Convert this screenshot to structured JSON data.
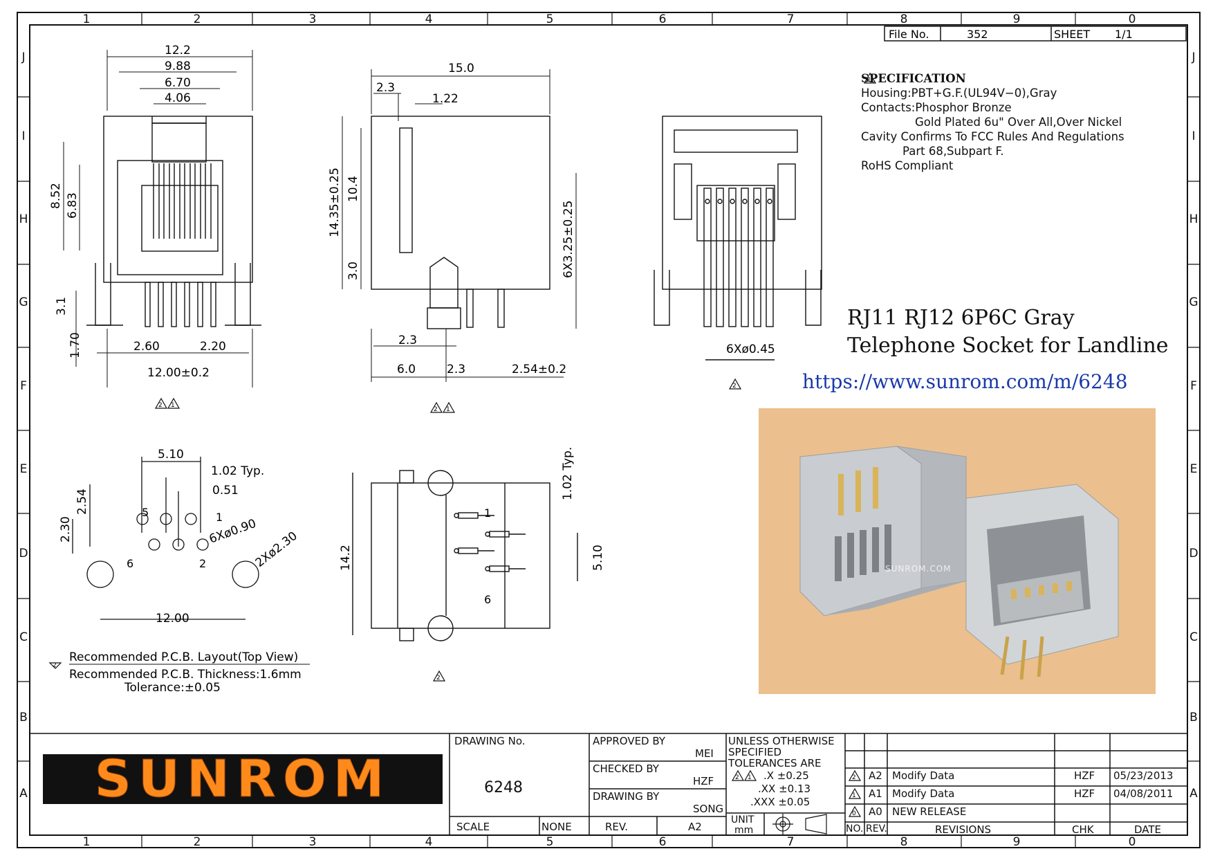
{
  "frame": {
    "columns": [
      "1",
      "2",
      "3",
      "4",
      "5",
      "6",
      "7",
      "8",
      "9",
      "0"
    ],
    "rows": [
      "J",
      "I",
      "H",
      "G",
      "F",
      "E",
      "D",
      "C",
      "B",
      "A"
    ]
  },
  "file_box": {
    "file_label": "File No.",
    "file_no": "352",
    "sheet_label": "SHEET",
    "sheet_value": "1/1"
  },
  "spec": {
    "heading": "SPECIFICATION",
    "housing": "Housing:PBT+G.F.(UL94V−0),Gray",
    "contacts": "Contacts:Phosphor  Bronze",
    "plating": "Gold  Plated  6u\"  Over  All,Over  Nickel",
    "cavity": "Cavity  Confirms  To  FCC  Rules  And  Regulations",
    "part": "Part  68,Subpart  F.",
    "rohs": "RoHS  Compliant"
  },
  "product_title_line1": "RJ11 RJ12 6P6C Gray",
  "product_title_line2": "Telephone Socket for Landline",
  "product_url": "https://www.sunrom.com/m/6248",
  "photo_watermark": "SUNROM.COM",
  "front_view": {
    "d_12_2": "12.2",
    "d_9_88": "9.88",
    "d_6_70": "6.70",
    "d_4_06": "4.06",
    "d_8_52": "8.52",
    "d_6_83": "6.83",
    "d_3_1": "3.1",
    "d_1_70": "1.70",
    "d_2_60": "2.60",
    "d_2_20": "2.20",
    "d_12_00": "12.00±0.2"
  },
  "side_view": {
    "d_15_0": "15.0",
    "d_2_3_top": "2.3",
    "d_1_22": "1.22",
    "d_14_35": "14.35±0.25",
    "d_10_4": "10.4",
    "d_3_0": "3.0",
    "d_6x3_25": "6X3.25±0.25",
    "d_2_3_a": "2.3",
    "d_6_0": "6.0",
    "d_2_3_b": "2.3",
    "d_2_54": "2.54±0.2"
  },
  "rear_view": {
    "d_6x0_45": "6Xø0.45"
  },
  "pcb": {
    "d_5_10": "5.10",
    "d_1_02": "1.02  Typ.",
    "d_0_51": "0.51",
    "d_2_54": "2.54",
    "d_2_30": "2.30",
    "d_6x0_90": "6Xø0.90",
    "d_2x2_30": "2Xø2.30",
    "d_12_00": "12.00",
    "pin1": "1",
    "pin2": "2",
    "pin5": "5",
    "pin6": "6",
    "note1": "Recommended  P.C.B.  Layout(Top  View)",
    "note2": "Recommended  P.C.B.  Thickness:1.6mm",
    "note3": "Tolerance:±0.05"
  },
  "bottom_view": {
    "d_1_02": "1.02  Typ.",
    "d_14_2": "14.2",
    "d_5_10": "5.10",
    "pin1": "1",
    "pin6": "6"
  },
  "revision_marks": {
    "rev1": "1",
    "rev2": "2"
  },
  "title_block": {
    "drawing_no_label": "DRAWING  No.",
    "drawing_no": "6248",
    "scale_label": "SCALE",
    "scale_value": "NONE",
    "approved_label": "APPROVED  BY",
    "approved_by": "MEI",
    "checked_label": "CHECKED  BY",
    "checked_by": "HZF",
    "drawn_label": "DRAWING  BY",
    "drawn_by": "SONG",
    "rev_label": "REV.",
    "rev_value": "A2",
    "tol_line1": "UNLESS  OTHERWISE",
    "tol_line2": "SPECIFIED",
    "tol_line3": "TOLERANCES  ARE",
    "tol_x": ".X   ±0.25",
    "tol_xx": ".XX   ±0.13",
    "tol_xxx": ".XXX   ±0.05",
    "unit_label": "UNIT",
    "unit_value": "mm",
    "logo": "SUNROM"
  },
  "revisions": {
    "rows": [
      {
        "no": "2",
        "rev": "A2",
        "desc": "Modify  Data",
        "chk": "HZF",
        "date": "05/23/2013"
      },
      {
        "no": "1",
        "rev": "A1",
        "desc": "Modify  Data",
        "chk": "HZF",
        "date": "04/08/2011"
      },
      {
        "no": "0",
        "rev": "A0",
        "desc": "NEW  RELEASE",
        "chk": "",
        "date": ""
      }
    ],
    "col_no": "NO.",
    "col_rev": "REV.",
    "col_revisions": "REVISIONS",
    "col_chk": "CHK",
    "col_date": "DATE"
  },
  "colors": {
    "ink": "#111111",
    "logo_orange": "#ff8a1c",
    "url_blue": "#1a3aa8",
    "photo_bg": "#ebc08e"
  }
}
